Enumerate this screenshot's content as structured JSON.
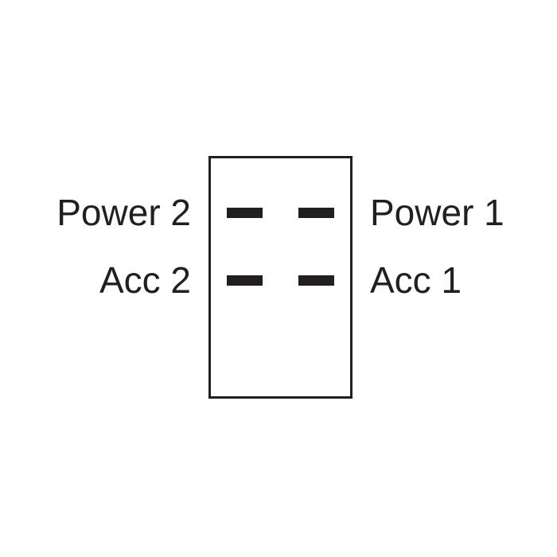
{
  "diagram": {
    "type": "switch-terminal-wiring-diagram",
    "description": "Rear view of a rocker switch body showing four blade terminals"
  },
  "labels": {
    "power_2": "Power 2",
    "power_1": "Power 1",
    "acc_2": "Acc 2",
    "acc_1": "Acc 1"
  },
  "terminals": [
    {
      "name": "terminal-power-2",
      "position": "top-left",
      "label": "Power 2"
    },
    {
      "name": "terminal-power-1",
      "position": "top-right",
      "label": "Power 1"
    },
    {
      "name": "terminal-acc-2",
      "position": "bottom-left",
      "label": "Acc 2"
    },
    {
      "name": "terminal-acc-1",
      "position": "bottom-right",
      "label": "Acc 1"
    }
  ],
  "colors": {
    "ink": "#231f20",
    "background": "#ffffff"
  }
}
